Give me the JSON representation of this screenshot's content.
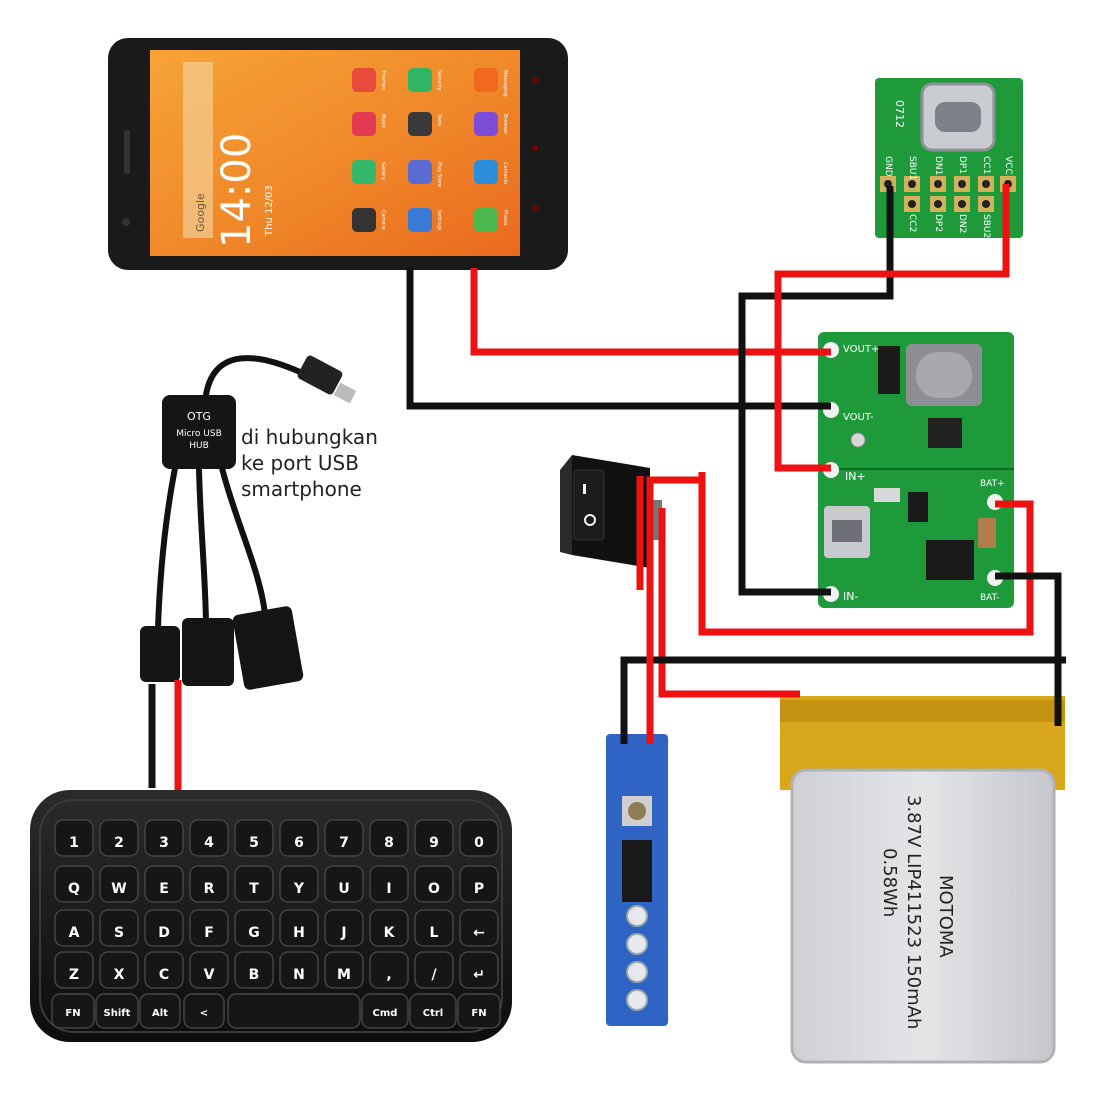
{
  "note": {
    "line1": "di hubungkan",
    "line2": "ke port USB",
    "line3": "smartphone"
  },
  "phone": {
    "time": "14:00",
    "date": "Thu 12/03",
    "search_label": "Google",
    "apps": [
      "Themes",
      "Security",
      "Messaging",
      "Music",
      "Tools",
      "Browser",
      "Gallery",
      "Play Store",
      "Contacts",
      "Camera",
      "Settings",
      "Phone"
    ]
  },
  "otg": {
    "line1": "OTG",
    "line2": "Micro USB",
    "line3": "HUB"
  },
  "usbc_board": {
    "id": "0712",
    "pins_top": [
      "GND",
      "SBU1",
      "DN1",
      "DP1",
      "CC1",
      "VCC"
    ],
    "pins_bottom": [
      "CC2",
      "DP2",
      "DN2",
      "SBU2"
    ]
  },
  "boost_module": {
    "labels": [
      "VOUT+",
      "VOUT-",
      "IN+",
      "IN-",
      "BAT+",
      "BAT-"
    ]
  },
  "battery": {
    "brand": "MOTOMA",
    "spec": "3.87V LIP411523 150mAh",
    "energy": "0.58Wh"
  },
  "keyboard": {
    "rows": [
      [
        "1",
        "2",
        "3",
        "4",
        "5",
        "6",
        "7",
        "8",
        "9",
        "0"
      ],
      [
        "Q",
        "W",
        "E",
        "R",
        "T",
        "Y",
        "U",
        "I",
        "O",
        "P"
      ],
      [
        "A",
        "S",
        "D",
        "F",
        "G",
        "H",
        "J",
        "K",
        "L",
        "←"
      ],
      [
        "Z",
        "X",
        "C",
        "V",
        "B",
        "N",
        "M",
        ",",
        "/",
        "↵"
      ],
      [
        "FN",
        "Shift",
        "Alt",
        "<",
        "",
        "",
        "Cmd",
        "Ctrl",
        "FN"
      ]
    ]
  },
  "colors": {
    "wire_positive": "#ee1111",
    "wire_negative": "#111111",
    "pcb_green": "#1f9a3a",
    "indicator_blue": "#2f63c4"
  }
}
